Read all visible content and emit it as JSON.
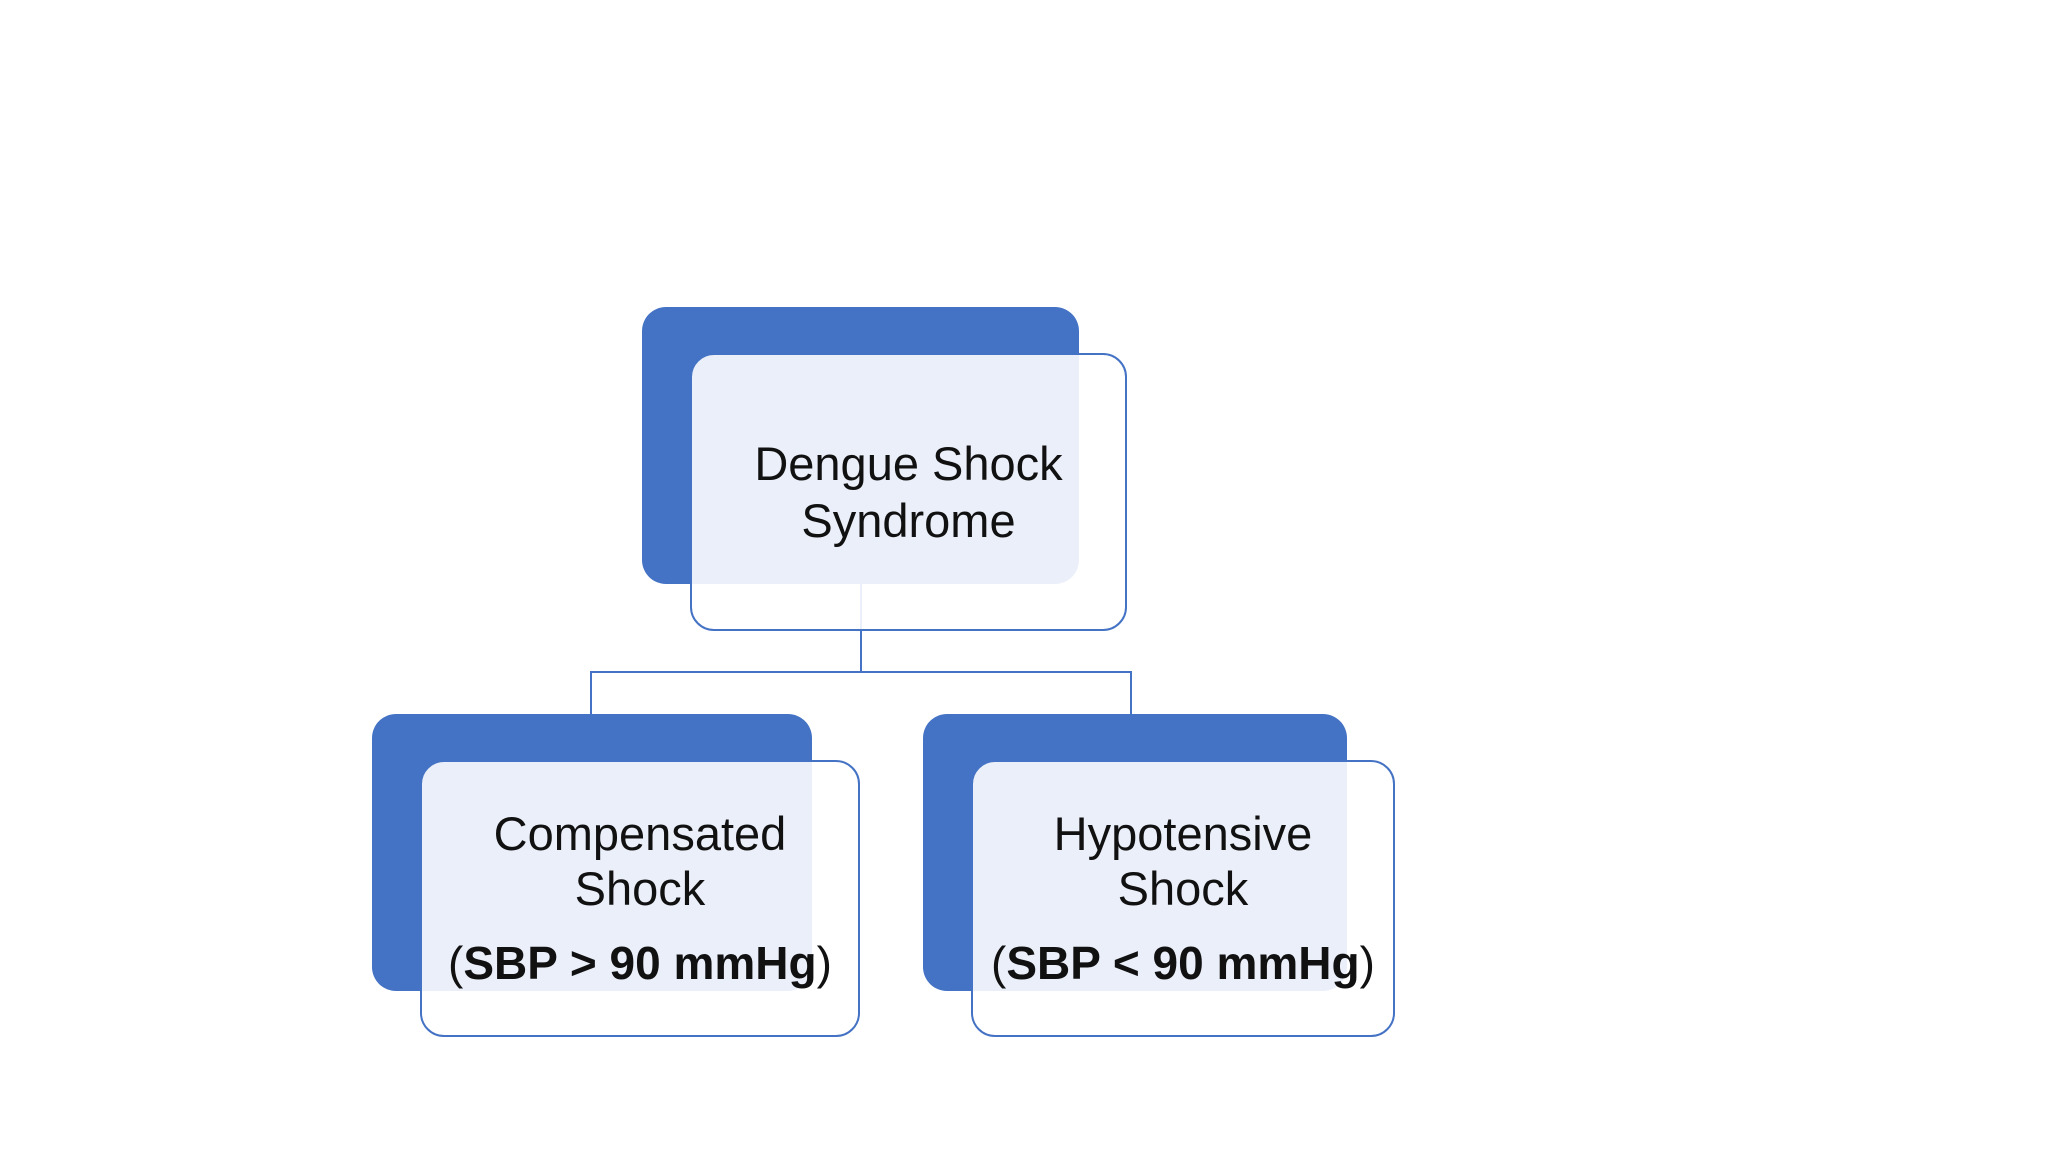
{
  "colors": {
    "accent_blue": "#4472C4",
    "box_border": "#4472C4",
    "connector": "#4472C4",
    "light_fill_overlap": "#E9EDF5",
    "text": "#111111",
    "background": "#FFFFFF"
  },
  "diagram": {
    "type": "hierarchy",
    "root": {
      "line1": "Dengue Shock",
      "line2": "Syndrome"
    },
    "children": [
      {
        "line1": "Compensated",
        "line2": "Shock",
        "sbp_prefix": "(",
        "sbp_core": "SBP > 90 mmHg",
        "sbp_suffix": ")"
      },
      {
        "line1": "Hypotensive",
        "line2": "Shock",
        "sbp_prefix": "(",
        "sbp_core": "SBP < 90 mmHg",
        "sbp_suffix": ")"
      }
    ]
  }
}
